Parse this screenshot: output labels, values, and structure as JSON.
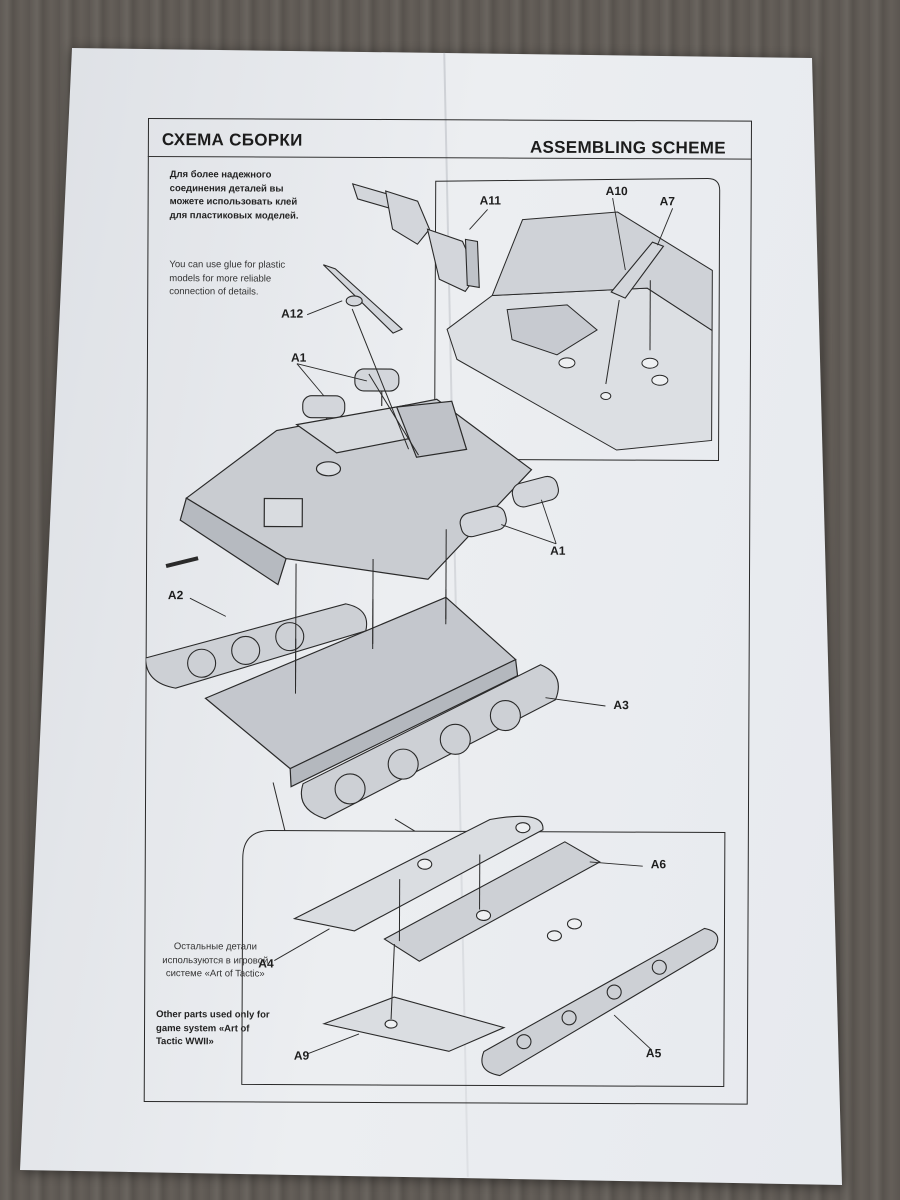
{
  "sheet": {
    "title_ru": "СХЕМА СБОРКИ",
    "title_en": "ASSEMBLING SCHEME",
    "glue_note_ru": "Для более надежного соединения деталей вы можете использовать клей для пластиковых моделей.",
    "glue_note_en": "You can use glue for plastic models for more reliable connection of details.",
    "other_parts_ru": "Остальные детали используются в игровой системе «Art of Tactic»",
    "other_parts_en": "Other parts used only for game system «Art of Tactic WWII»"
  },
  "parts": {
    "a1_top": "A1",
    "a1_bottom": "A1",
    "a2": "A2",
    "a3": "A3",
    "a4": "A4",
    "a5": "A5",
    "a6": "A6",
    "a7": "A7",
    "a9": "A9",
    "a10": "A10",
    "a11": "A11",
    "a12": "A12"
  },
  "colors": {
    "ink": "#2a2a2a",
    "part_fill": "#c9ccd1",
    "paper": "#e9ebee"
  }
}
